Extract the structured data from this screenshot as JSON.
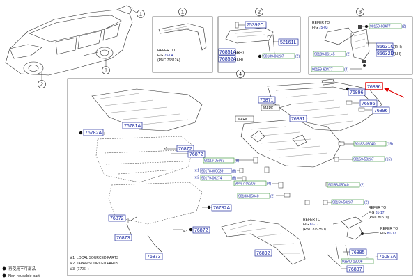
{
  "callouts": {
    "c1": "1",
    "c2": "2",
    "c3": "3",
    "c4": "4"
  },
  "panel1": {
    "header": "1",
    "refer_line1": "REFER TO",
    "refer_line2_prefix": "FIG ",
    "refer_fig": "75-04",
    "refer_pnc": "(PNC 76812A)"
  },
  "panel2": {
    "header": "2",
    "p1": "75392C",
    "p2": "52161L",
    "p3a": "76851A",
    "p3a_suffix": "(RH)",
    "p3b": "76852A",
    "p3b_suffix": "(LH)",
    "g1": "90189-06237",
    "g1_qty": "(2)"
  },
  "panel3": {
    "header": "3",
    "refer_line1": "REFER TO",
    "refer_line2_prefix": "FIG ",
    "refer_fig": "75-03",
    "g1": "90159-60477",
    "g1_qty": "(2)",
    "p1a": "85631C",
    "p1a_suffix": "(RH)",
    "p1b": "85632D",
    "p1b_suffix": "(LH)",
    "g2": "90189-06145",
    "g2_qty": "(2)",
    "g3": "90159-60477",
    "g3_qty": "(4)"
  },
  "panel4": {
    "header": "4",
    "p_76896_top": "76896",
    "p_76896_b": "76896",
    "p_76896_c": "76896",
    "p_76896_d": "76896",
    "p_76871": "76871",
    "p_76891": "76891",
    "p_76782A": "76782A",
    "p_76781A": "76781A",
    "p_76872_a": "76872",
    "p_76872_b": "76872",
    "p_76872_c": "76872",
    "p_76872_d": "76872",
    "p_76782A_b": "76782A",
    "p_76873_a": "76873",
    "p_76873_b": "76873",
    "p_76892": "76892",
    "p_76885": "76885",
    "p_76887": "76887",
    "p_76087A": "76087A",
    "g_90119": "90119-05993",
    "g_90119_qty": "(8)",
    "g_90178": "90178-W0039",
    "g_90178_qty": "(8)",
    "g_90178_mark": "※1",
    "g_90179": "90179-06274",
    "g_90179_qty": "(8)",
    "g_90179_mark": "※2",
    "g_90467": "90467-09206",
    "g_90467_qty": "(4)",
    "g_90183_a": "90183-05040",
    "g_90183_a_qty": "(15)",
    "g_90159_a": "90159-50237",
    "g_90159_a_qty": "(15)",
    "g_90183_b": "90183-05040",
    "g_90183_b_qty": "(2)",
    "g_90183_c": "90183-05040",
    "g_90183_c_qty": "(2)",
    "g_90159_b": "90159-50237",
    "g_90159_b_qty": "(2)",
    "g_93540": "93540-13006",
    "mark1": "MARK",
    "mark2": "MARK",
    "mark3_prefix": "※3",
    "refer_a1": "REFER TO",
    "refer_a2_prefix": "FIG ",
    "refer_a_fig": "81-17",
    "refer_a3": "(PNC 81570)",
    "refer_b1": "REFER TO",
    "refer_b2_prefix": "FIG ",
    "refer_b_fig": "81-17",
    "refer_b3": "(PNC 81935D)",
    "refer_c1": "REFER TO",
    "refer_c2_prefix": "FIG ",
    "refer_c_fig": "81-17"
  },
  "legend": {
    "l1_mark": "※1",
    "l1_text": "LOCAL SOURCED PARTS",
    "l2_mark": "※2",
    "l2_text": "JAPAN SOURCED PARTS",
    "l3_mark": "※3",
    "l3_text": "(1706-    )",
    "nr_jp": "再使用不可部品",
    "nr_en": "Non-reusable part"
  },
  "colors": {
    "part_blue": "#0a1a9c",
    "box_blue": "#1d2b9c",
    "highlight_red": "#e00000",
    "green": "#2a8a2a"
  }
}
